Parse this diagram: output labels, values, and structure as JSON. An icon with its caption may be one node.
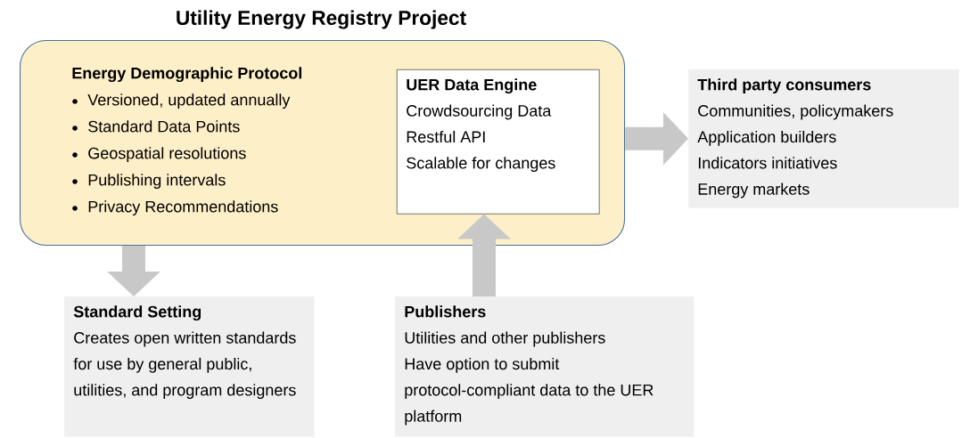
{
  "diagram": {
    "nodes": [
      {
        "text": [
          "Utility Energy Registry Project",
          "Energy Demographic Protocol",
          "Versioned, updated annually",
          "Standard Data Points",
          "Geospatial resolutions",
          "Publishing intervals",
          "Privacy Recommendations"
        ]
      },
      {
        "text": [
          "UER Data Engine",
          "Crowdsourcing Data",
          "Restful API",
          "Scalable for changes"
        ],
        "in": 0
      },
      {
        "text": [
          "Third party consumers",
          "Communities, policymakers",
          "Application builders",
          "Indicators initiatives",
          "Energy markets"
        ]
      },
      {
        "text": [
          "Standard Setting",
          "Creates open written standards for use by general public, utilities, and program designers"
        ]
      },
      {
        "text": [
          "Publishers",
          "Utilities and other publishers",
          "Have option to submit protocol-compliant data to the UER platform"
        ]
      }
    ],
    "edges": [
      {
        "from": 0,
        "to": 2,
        "arrow": "to"
      },
      {
        "from": 0,
        "to": 3,
        "arrow": "to"
      },
      {
        "from": 4,
        "to": 1,
        "arrow": "to"
      }
    ]
  }
}
